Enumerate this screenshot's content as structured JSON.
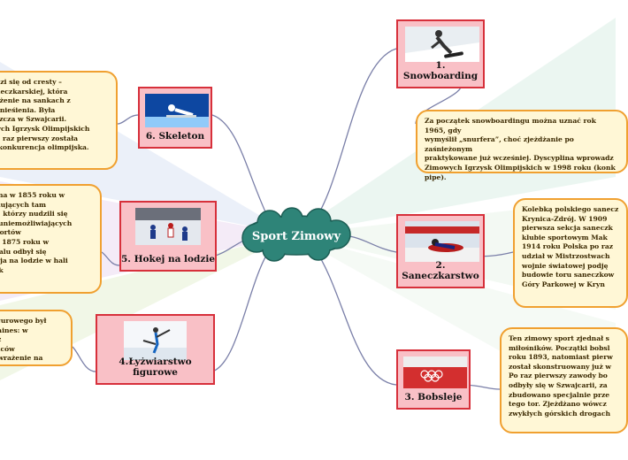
{
  "center": {
    "label": "Sport Zimowy"
  },
  "colors": {
    "line": "#7a7fa8",
    "card_border": "#d7303b",
    "card_fill": "#f9c0c6",
    "note_border": "#f0a030",
    "note_fill": "#fff7d6",
    "center_fill": "#2e8478"
  },
  "topics": [
    {
      "label": "1. Snowboarding",
      "icon": "snowboarder-photo",
      "note": "Za początek snowboardingu można uznać rok 1965, gdy\nwymyślił „snurfera”, choć zjeżdżanie po zaśnieżonym\npraktykowane już wcześniej. Dyscyplina wprowadz\nZimowych Igrzysk Olimpijskich w 1998 roku (konk\npipe)."
    },
    {
      "label": "2. Saneczkarstwo",
      "icon": "luge-photo",
      "note": "Kolebką polskiego sanecz\nKrynica-Zdrój. W 1909\npierwsza sekcja saneczk\nklubie sportowym Mak\n1914 roku Polska po raz\nudział w Mistrzostwach\nwojnie światowej podję\nbudowie toru saneczkow\nGóry Parkowej w Kryn"
    },
    {
      "label": "3. Bobsleje",
      "icon": "bobsleigh-photo",
      "note": "Ten zimowy sport zjednał s\nmiłośników. Początki bobsl\nroku 1893, natomiast pierw\nzostał skonstruowany już w\nPo raz pierwszy zawody bo\nodbyły się w Szwajcarii, za\nzbudowano specjalnie prze\ntego tor. Zjeżdżano wówcz\nzwykłych górskich drogach"
    },
    {
      "label": "4.Łyżwiarstwo figurowe",
      "icon": "figure-skating-photo",
      "note": "figurowego był\nHaines: w\ny z\nańców\ne wrażenie na"
    },
    {
      "label": "5. Hokej na lodzie",
      "icon": "ice-hockey-photo",
      "note": "iona w 1855 roku w\nonujących tam\nzy, którzy nudzili się\nn uniemożliwiających\n sportów\nca 1875 roku w\nrealu odbył się\nkeja na lodzie w hali\nink"
    },
    {
      "label": "6. Skeleton",
      "icon": "skeleton-photo",
      "note": "odzi się od cresty –\naneczkarskiej, która\nżdżenie na sankach z\nuznieśienia. Była\naszcza w Szwajcarii.\nwych Igrzysk Olimpijskich\n po raz pierwszy została\no konkurencja olimpijska."
    }
  ]
}
